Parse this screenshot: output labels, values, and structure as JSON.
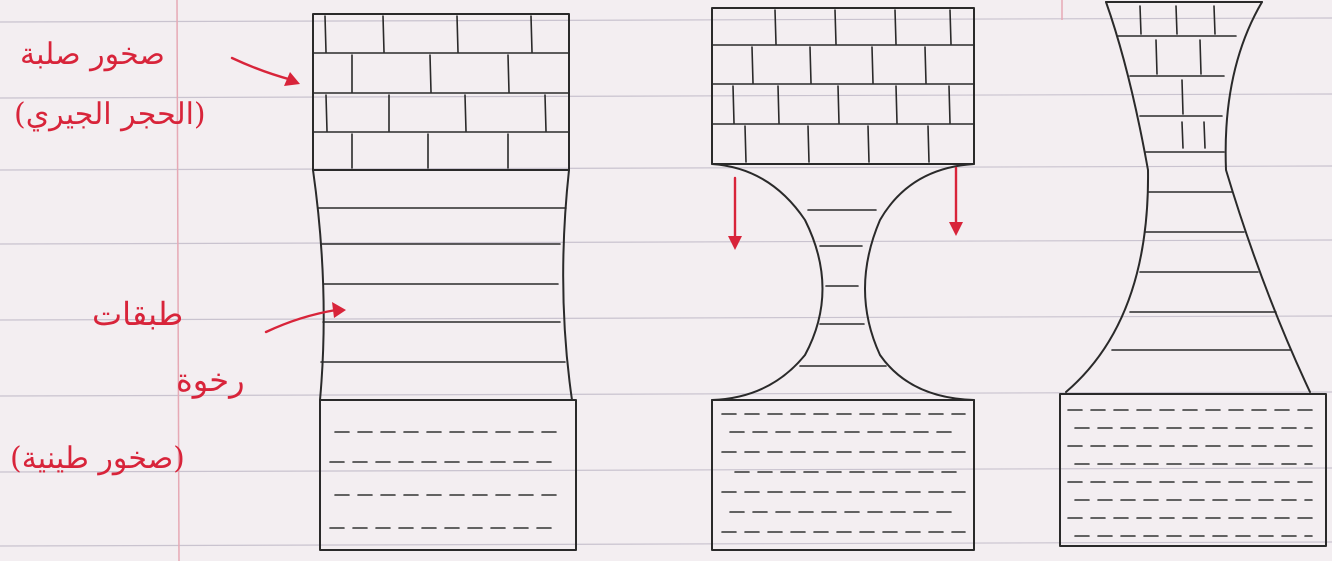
{
  "labels": {
    "hard_rock": "صخور صلبة",
    "limestone": "(الحجر الجيري)",
    "soft_layers": "طبقات",
    "soft": "رخوة",
    "clay_rock": "(صخور طينية)"
  },
  "colors": {
    "ink": "#2a2a2a",
    "annotation": "#d8243a",
    "paper": "#f3eef1"
  }
}
